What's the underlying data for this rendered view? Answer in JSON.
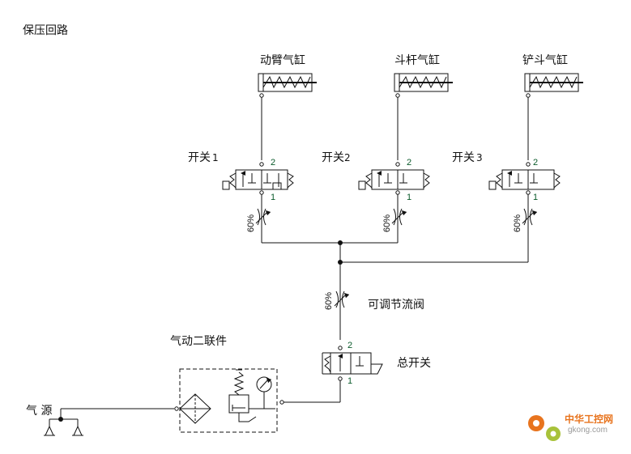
{
  "title": "保压回路",
  "cylinders": [
    {
      "label": "动臂气缸"
    },
    {
      "label": "斗杆气缸"
    },
    {
      "label": "铲斗气缸"
    }
  ],
  "switches": [
    {
      "label": "开关",
      "number": "1"
    },
    {
      "label": "开关",
      "number": "2"
    },
    {
      "label": "开关",
      "number": "3"
    }
  ],
  "port_labels": {
    "top": "2",
    "bottom": "1"
  },
  "throttle_percent": "60%",
  "flow_valve_label": "可调节流阀",
  "main_switch_label": "总开关",
  "frl_unit_label": "气动二联件",
  "air_source_label": "气  源",
  "watermark": {
    "text": "中华工控网",
    "url": "gkong.com",
    "color": "#e8741e"
  }
}
